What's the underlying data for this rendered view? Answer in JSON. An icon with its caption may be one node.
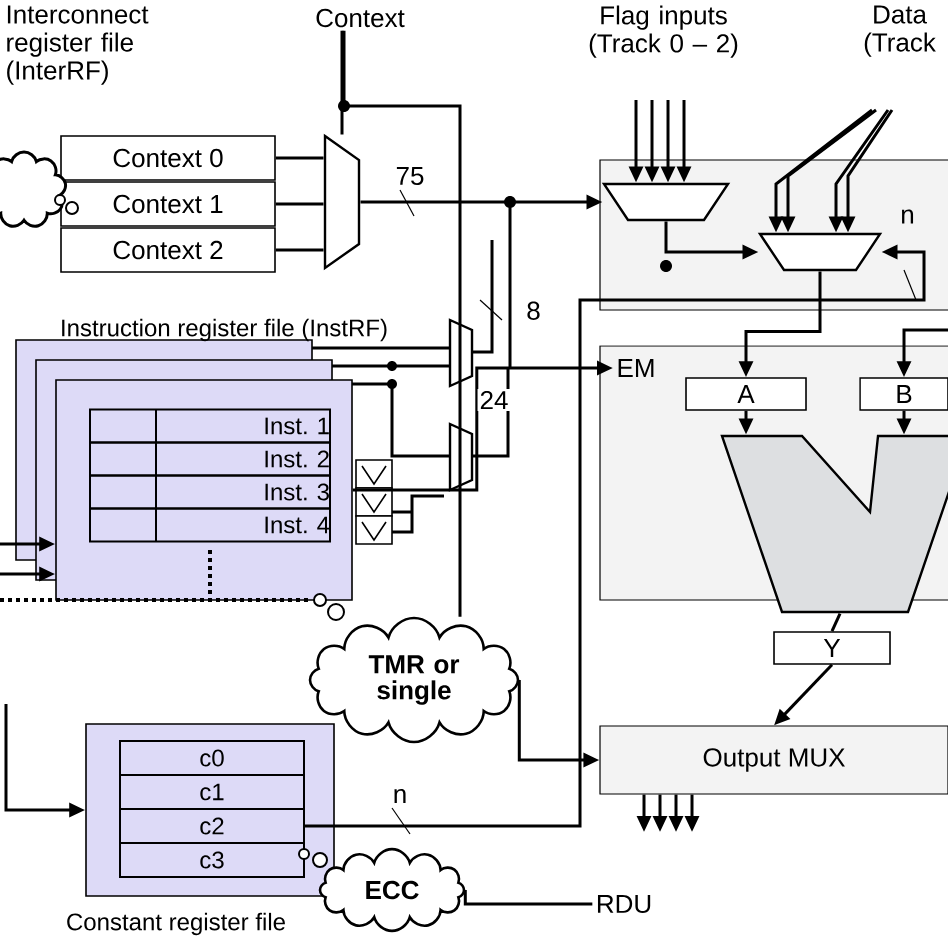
{
  "diagram": {
    "nodes": [
      {
        "text": [
          "Context 0"
        ]
      },
      {
        "text": [
          "Context 1"
        ]
      },
      {
        "text": [
          "Context 2"
        ]
      },
      {
        "text": [],
        "shape": "cloud"
      },
      {
        "text": [],
        "shape": "trapezoid"
      },
      {
        "text": [
          "Instruction register file (InstRF)"
        ]
      },
      {
        "text": [
          "Inst. 1"
        ],
        "in": 5
      },
      {
        "text": [
          "Inst. 2"
        ],
        "in": 5
      },
      {
        "text": [
          "Inst. 3"
        ],
        "in": 5
      },
      {
        "text": [
          "Inst. 4"
        ],
        "in": 5
      },
      {
        "text": [
          "TMR or single"
        ]
      },
      {
        "text": [
          "Constant register file"
        ]
      },
      {
        "text": [
          "c0"
        ],
        "in": 11
      },
      {
        "text": [
          "c1"
        ],
        "in": 11
      },
      {
        "text": [
          "c2"
        ],
        "in": 11
      },
      {
        "text": [
          "c3"
        ],
        "in": 11
      },
      {
        "text": [
          "ECC"
        ]
      },
      {
        "text": [
          "RDU"
        ]
      },
      {
        "text": [
          "EM"
        ]
      },
      {
        "text": [
          "A"
        ]
      },
      {
        "text": [
          "B"
        ]
      },
      {
        "text": [],
        "shape": "trapezoid"
      },
      {
        "text": [
          "Y"
        ]
      },
      {
        "text": [
          "Output MUX"
        ]
      },
      {
        "text": [],
        "shape": "trapezoid"
      },
      {
        "text": [],
        "shape": "trapezoid"
      },
      {
        "text": [
          "Context"
        ]
      }
    ],
    "edges": [
      {
        "from": 0,
        "to": 4,
        "arrow": "none"
      },
      {
        "from": 1,
        "to": 4,
        "arrow": "none"
      },
      {
        "from": 2,
        "to": 4,
        "arrow": "none"
      },
      {
        "from": 26,
        "to": 4,
        "arrow": "none"
      },
      {
        "from": 4,
        "to": 24,
        "arrow": "to",
        "label": "75"
      },
      {
        "from": null,
        "to": 24,
        "arrow": "to"
      },
      {
        "from": null,
        "to": 24,
        "arrow": "to"
      },
      {
        "from": null,
        "to": 24,
        "arrow": "to"
      },
      {
        "from": null,
        "to": 24,
        "arrow": "to"
      },
      {
        "from": null,
        "to": 25,
        "arrow": "to"
      },
      {
        "from": null,
        "to": 25,
        "arrow": "to"
      },
      {
        "from": null,
        "to": 25,
        "arrow": "to"
      },
      {
        "from": null,
        "to": 25,
        "arrow": "to"
      },
      {
        "from": 24,
        "to": 25,
        "arrow": "to"
      },
      {
        "from": 25,
        "to": 19,
        "arrow": "to"
      },
      {
        "from": null,
        "to": 20,
        "arrow": "to"
      },
      {
        "from": 19,
        "to": 21,
        "arrow": "to"
      },
      {
        "from": 20,
        "to": 21,
        "arrow": "to"
      },
      {
        "from": 21,
        "to": 22,
        "arrow": "none"
      },
      {
        "from": 22,
        "to": 23,
        "arrow": "to"
      },
      {
        "from": 5,
        "to": 18,
        "arrow": "to",
        "label": "24"
      },
      {
        "from": 10,
        "to": 23,
        "arrow": "to"
      },
      {
        "from": 14,
        "to": 25,
        "arrow": "to",
        "label": "n"
      },
      {
        "from": 16,
        "to": 17,
        "arrow": "none"
      },
      {
        "from": null,
        "to": 11,
        "arrow": "to"
      },
      {
        "from": null,
        "to": 5,
        "arrow": "to"
      },
      {
        "from": null,
        "to": 5,
        "arrow": "to"
      },
      {
        "from": 23,
        "to": null,
        "arrow": "to"
      },
      {
        "from": 23,
        "to": null,
        "arrow": "to"
      },
      {
        "from": 23,
        "to": null,
        "arrow": "to"
      },
      {
        "from": 23,
        "to": null,
        "arrow": "to"
      },
      {
        "from": 26,
        "to": 10,
        "arrow": "none"
      }
    ],
    "labels": [
      "Interconnect register file (InterRF)",
      "Flag inputs (Track 0 – 2)",
      "Data (Track",
      "8",
      "n"
    ]
  }
}
